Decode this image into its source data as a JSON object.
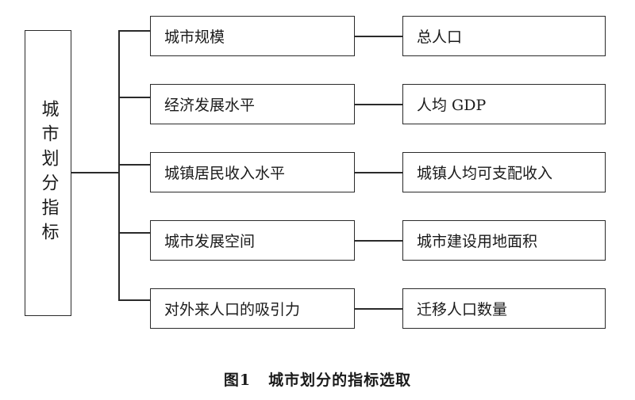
{
  "root": {
    "label": "城市划分指标"
  },
  "branches": [
    {
      "indicator": "城市规模",
      "measure": "总人口"
    },
    {
      "indicator": "经济发展水平",
      "measure": "人均 GDP"
    },
    {
      "indicator": "城镇居民收入水平",
      "measure": "城镇人均可支配收入"
    },
    {
      "indicator": "城市发展空间",
      "measure": "城市建设用地面积"
    },
    {
      "indicator": "对外来人口的吸引力",
      "measure": "迁移人口数量"
    }
  ],
  "caption": {
    "figure_number": "图1",
    "title": "城市划分的指标选取"
  }
}
